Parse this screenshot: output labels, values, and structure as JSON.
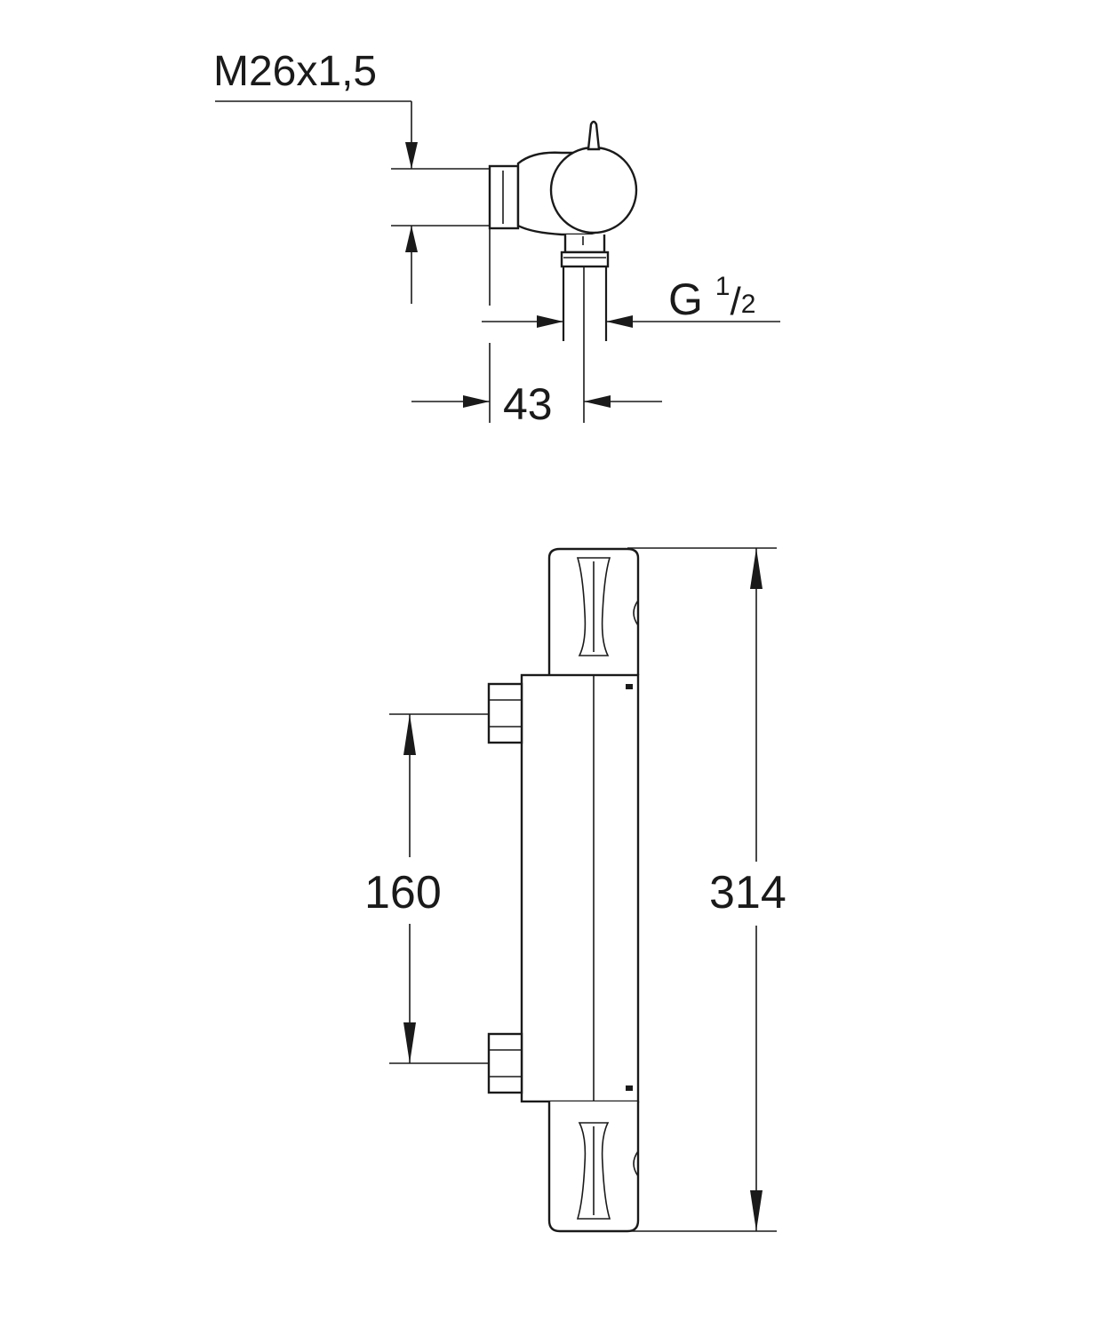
{
  "top_view": {
    "thread_label": "M26x1,5",
    "inlet_label_main": "G ",
    "inlet_label_num": "1",
    "inlet_label_slash": "/",
    "inlet_label_den": "2",
    "depth_label": "43"
  },
  "front_view": {
    "inlet_spacing_label": "160",
    "height_label": "314"
  }
}
